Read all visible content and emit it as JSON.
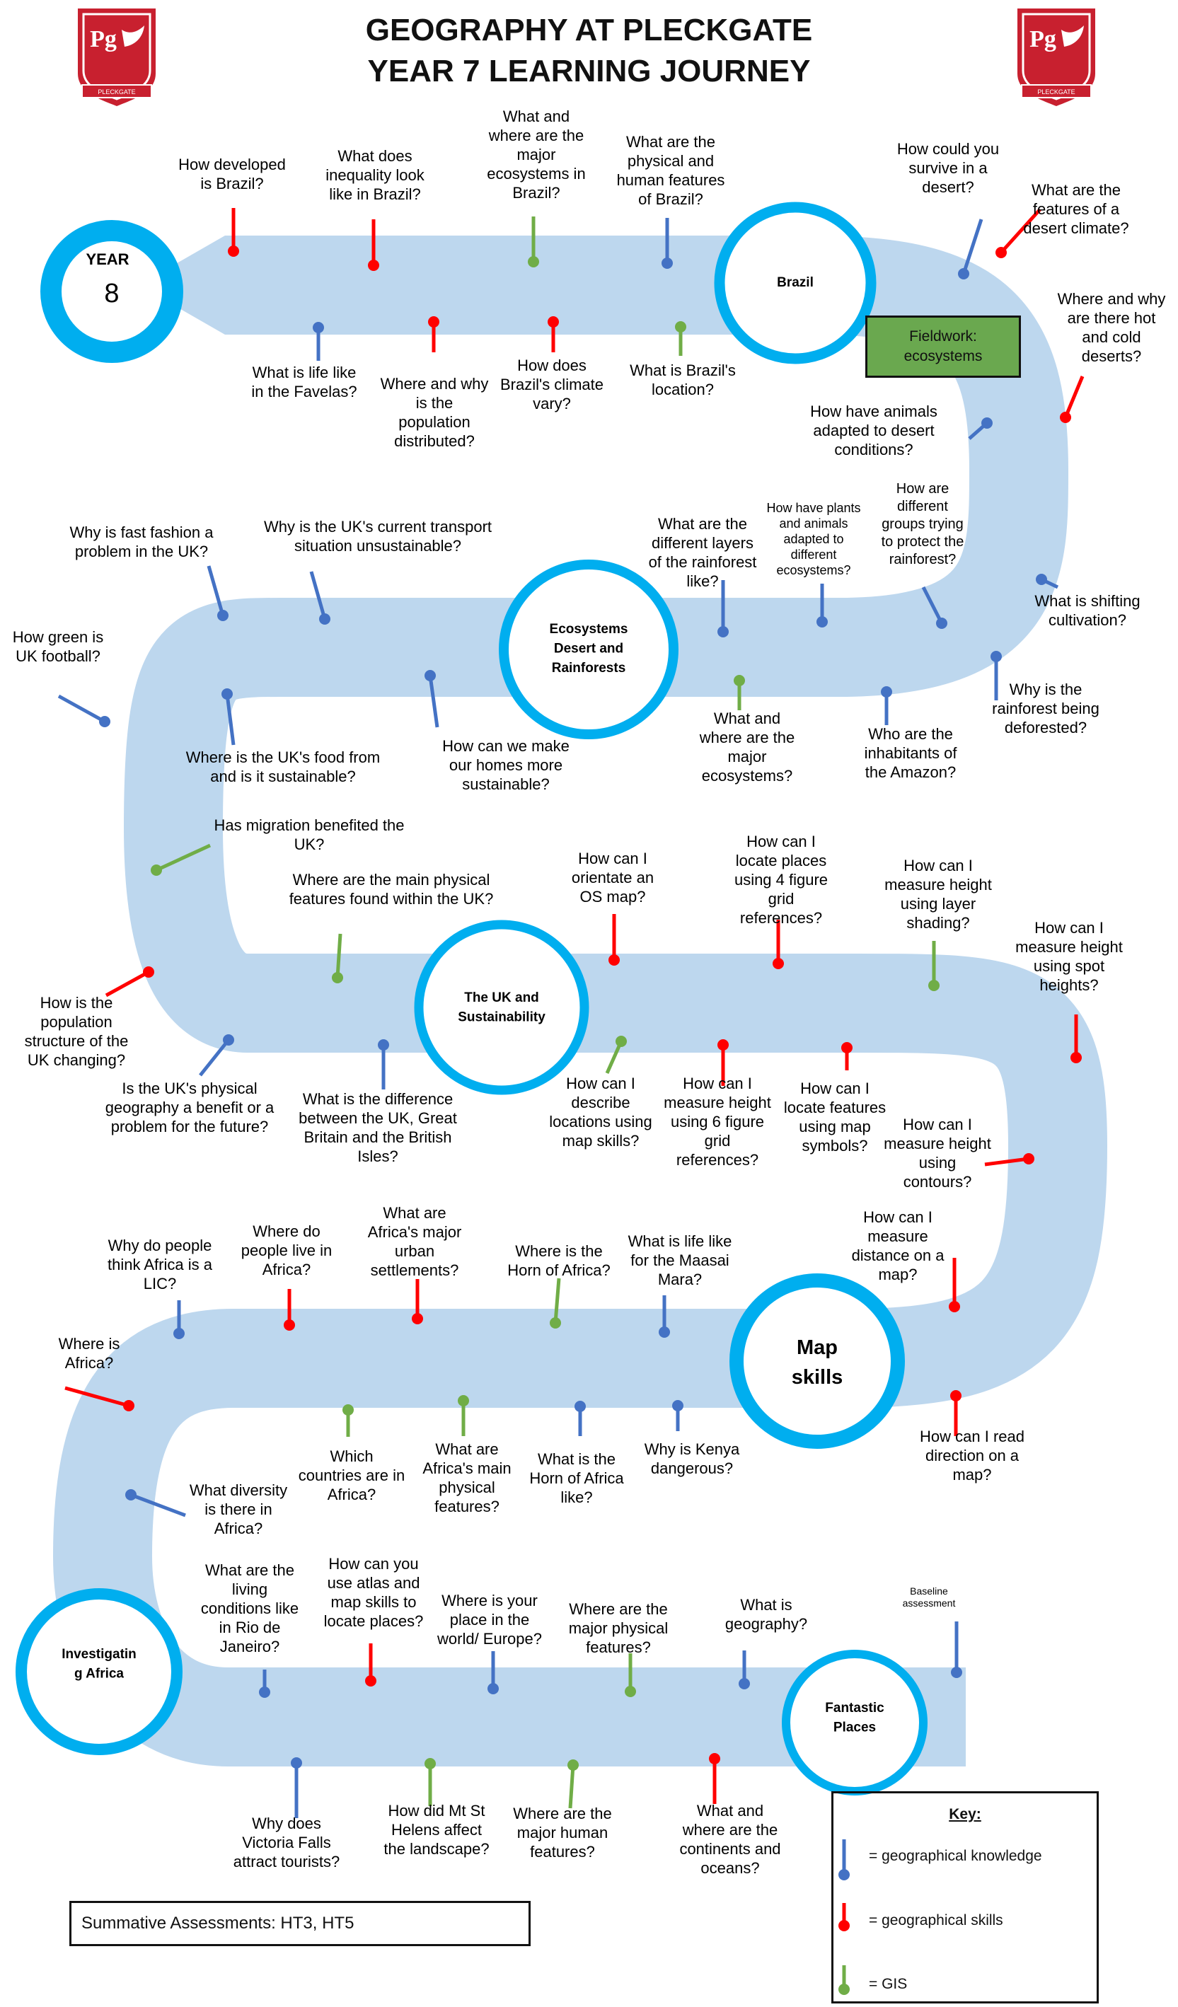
{
  "title": [
    "GEOGRAPHY AT PLECKGATE",
    "YEAR 7 LEARNING JOURNEY"
  ],
  "colors": {
    "road": "#bdd7ee",
    "ring": "#00aeef",
    "knowledge": "#4472c4",
    "skills": "#ff0000",
    "gis": "#70ad47",
    "crest": "#c8202f"
  },
  "logo": {
    "monogram": "Pg",
    "motto": "PLECKGATE"
  },
  "year8": {
    "label": "YEAR",
    "number": "8"
  },
  "stations": {
    "brazil": "Brazil",
    "ecosystems": "Ecosystems Desert and Rainforests",
    "uk": "The UK and Sustainability",
    "map": "Map skills",
    "africa": "Investigating Africa",
    "fantastic": "Fantastic Places"
  },
  "fieldwork": "Fieldwork: ecosystems",
  "summative": "Summative Assessments: HT3, HT5",
  "key": {
    "title": "Key:",
    "knowledge": "= geographical knowledge",
    "skills": "= geographical skills",
    "gis": "= GIS"
  },
  "questions": [
    {
      "text": "How developed is Brazil?",
      "type": "skills"
    },
    {
      "text": "What does inequality look like in Brazil?",
      "type": "skills"
    },
    {
      "text": "What and where are the major ecosystems in Brazil?",
      "type": "gis"
    },
    {
      "text": "What are the physical and human features of Brazil?",
      "type": "knowledge"
    },
    {
      "text": "What is life like in the Favelas?",
      "type": "knowledge"
    },
    {
      "text": "Where and why is the population distributed?",
      "type": "skills"
    },
    {
      "text": "How does Brazil's climate vary?",
      "type": "skills"
    },
    {
      "text": "What is Brazil's location?",
      "type": "gis"
    },
    {
      "text": "How could you survive in a desert?",
      "type": "knowledge"
    },
    {
      "text": "What are the features of a desert climate?",
      "type": "skills"
    },
    {
      "text": "Where and why are there hot and cold deserts?",
      "type": "skills"
    },
    {
      "text": "How have animals adapted to desert conditions?",
      "type": "knowledge"
    },
    {
      "text": "What are the different layers of the rainforest like?",
      "type": "knowledge"
    },
    {
      "text": "How have plants and animals adapted to different ecosystems?",
      "type": "knowledge"
    },
    {
      "text": "How are different groups trying to protect the rainforest?",
      "type": "knowledge"
    },
    {
      "text": "What is shifting cultivation?",
      "type": "knowledge"
    },
    {
      "text": "Why is the rainforest being deforested?",
      "type": "knowledge"
    },
    {
      "text": "Who are the inhabitants of the Amazon?",
      "type": "knowledge"
    },
    {
      "text": "What and where are the major ecosystems?",
      "type": "gis"
    },
    {
      "text": "Why is fast fashion a problem in the UK?",
      "type": "knowledge"
    },
    {
      "text": "Why is the UK's current transport situation unsustainable?",
      "type": "knowledge"
    },
    {
      "text": "How green is UK football?",
      "type": "knowledge"
    },
    {
      "text": "Where is the UK's food from and is it sustainable?",
      "type": "knowledge"
    },
    {
      "text": "How can we make our homes more sustainable?",
      "type": "knowledge"
    },
    {
      "text": "Has migration benefited the UK?",
      "type": "gis"
    },
    {
      "text": "Where are the main physical features found within the UK?",
      "type": "gis"
    },
    {
      "text": "How is the population structure of the UK changing?",
      "type": "skills"
    },
    {
      "text": "Is the UK's physical geography a benefit or a problem for the future?",
      "type": "knowledge"
    },
    {
      "text": "What is the difference between the UK, Great Britain and the British Isles?",
      "type": "knowledge"
    },
    {
      "text": "How can I orientate an OS map?",
      "type": "skills"
    },
    {
      "text": "How can I locate places using 4 figure grid references?",
      "type": "skills"
    },
    {
      "text": "How can I measure height using layer shading?",
      "type": "gis"
    },
    {
      "text": "How can I measure height using spot heights?",
      "type": "skills"
    },
    {
      "text": "How can I describe locations using map skills?",
      "type": "gis"
    },
    {
      "text": "How can I measure height using 6 figure grid references?",
      "type": "skills"
    },
    {
      "text": "How can I locate features using map symbols?",
      "type": "skills"
    },
    {
      "text": "How can I measure height using contours?",
      "type": "skills"
    },
    {
      "text": "How can I measure distance on a map?",
      "type": "skills"
    },
    {
      "text": "How can I read direction on a map?",
      "type": "skills"
    },
    {
      "text": "Why do people think Africa is a LIC?",
      "type": "knowledge"
    },
    {
      "text": "Where do people live in Africa?",
      "type": "skills"
    },
    {
      "text": "What are Africa's major urban settlements?",
      "type": "skills"
    },
    {
      "text": "Where is the Horn of Africa?",
      "type": "gis"
    },
    {
      "text": "What is life like for the Maasai Mara?",
      "type": "knowledge"
    },
    {
      "text": "Where is Africa?",
      "type": "skills"
    },
    {
      "text": "Which countries are in Africa?",
      "type": "gis"
    },
    {
      "text": "What are Africa's main physical features?",
      "type": "gis"
    },
    {
      "text": "What is the Horn of Africa like?",
      "type": "knowledge"
    },
    {
      "text": "Why is Kenya dangerous?",
      "type": "knowledge"
    },
    {
      "text": "What diversity is there in Africa?",
      "type": "knowledge"
    },
    {
      "text": "What are the living conditions like in Rio de Janeiro?",
      "type": "knowledge"
    },
    {
      "text": "How can you use atlas and map skills to locate places?",
      "type": "skills"
    },
    {
      "text": "Where is your place in the world/ Europe?",
      "type": "knowledge"
    },
    {
      "text": "Where are the major physical features?",
      "type": "gis"
    },
    {
      "text": "What is geography?",
      "type": "knowledge"
    },
    {
      "text": "Baseline assessment",
      "type": "knowledge"
    },
    {
      "text": "Why does Victoria Falls attract tourists?",
      "type": "knowledge"
    },
    {
      "text": "How did Mt St Helens affect the landscape?",
      "type": "gis"
    },
    {
      "text": "Where are the major human features?",
      "type": "gis"
    },
    {
      "text": "What and where are the continents and oceans?",
      "type": "skills"
    }
  ]
}
